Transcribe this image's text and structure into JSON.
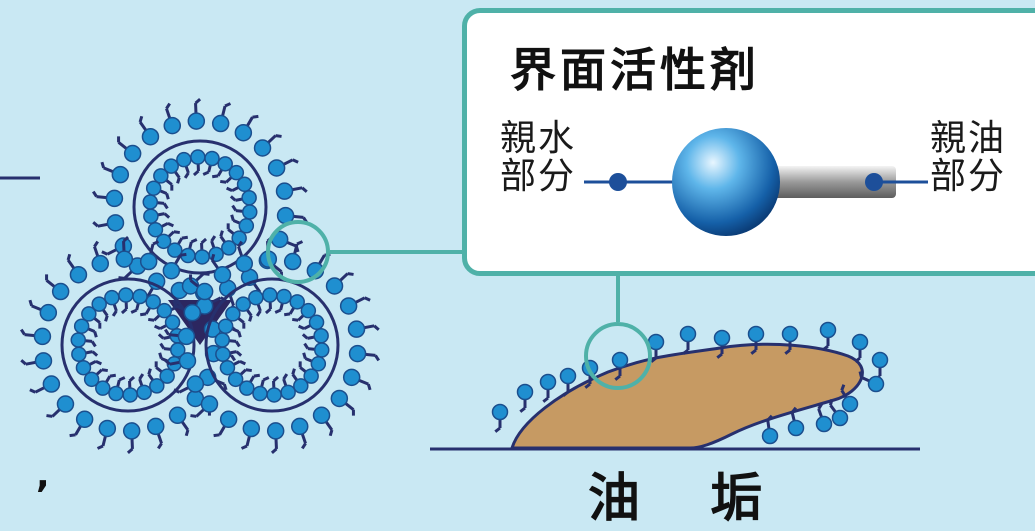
{
  "surfactant_box": {
    "title": "界面活性剤",
    "hydrophilic_line1": "親水",
    "hydrophilic_line2": "部分",
    "lipophilic_line1": "親油",
    "lipophilic_line2": "部分"
  },
  "grime_label": "油 垢",
  "left_mark": ",",
  "colors": {
    "background": "#c9e8f3",
    "box_border": "#4fb1a8",
    "molecule_head": "#1f8fd0",
    "molecule_tail": "#27306e",
    "oil": "#c69a63"
  }
}
